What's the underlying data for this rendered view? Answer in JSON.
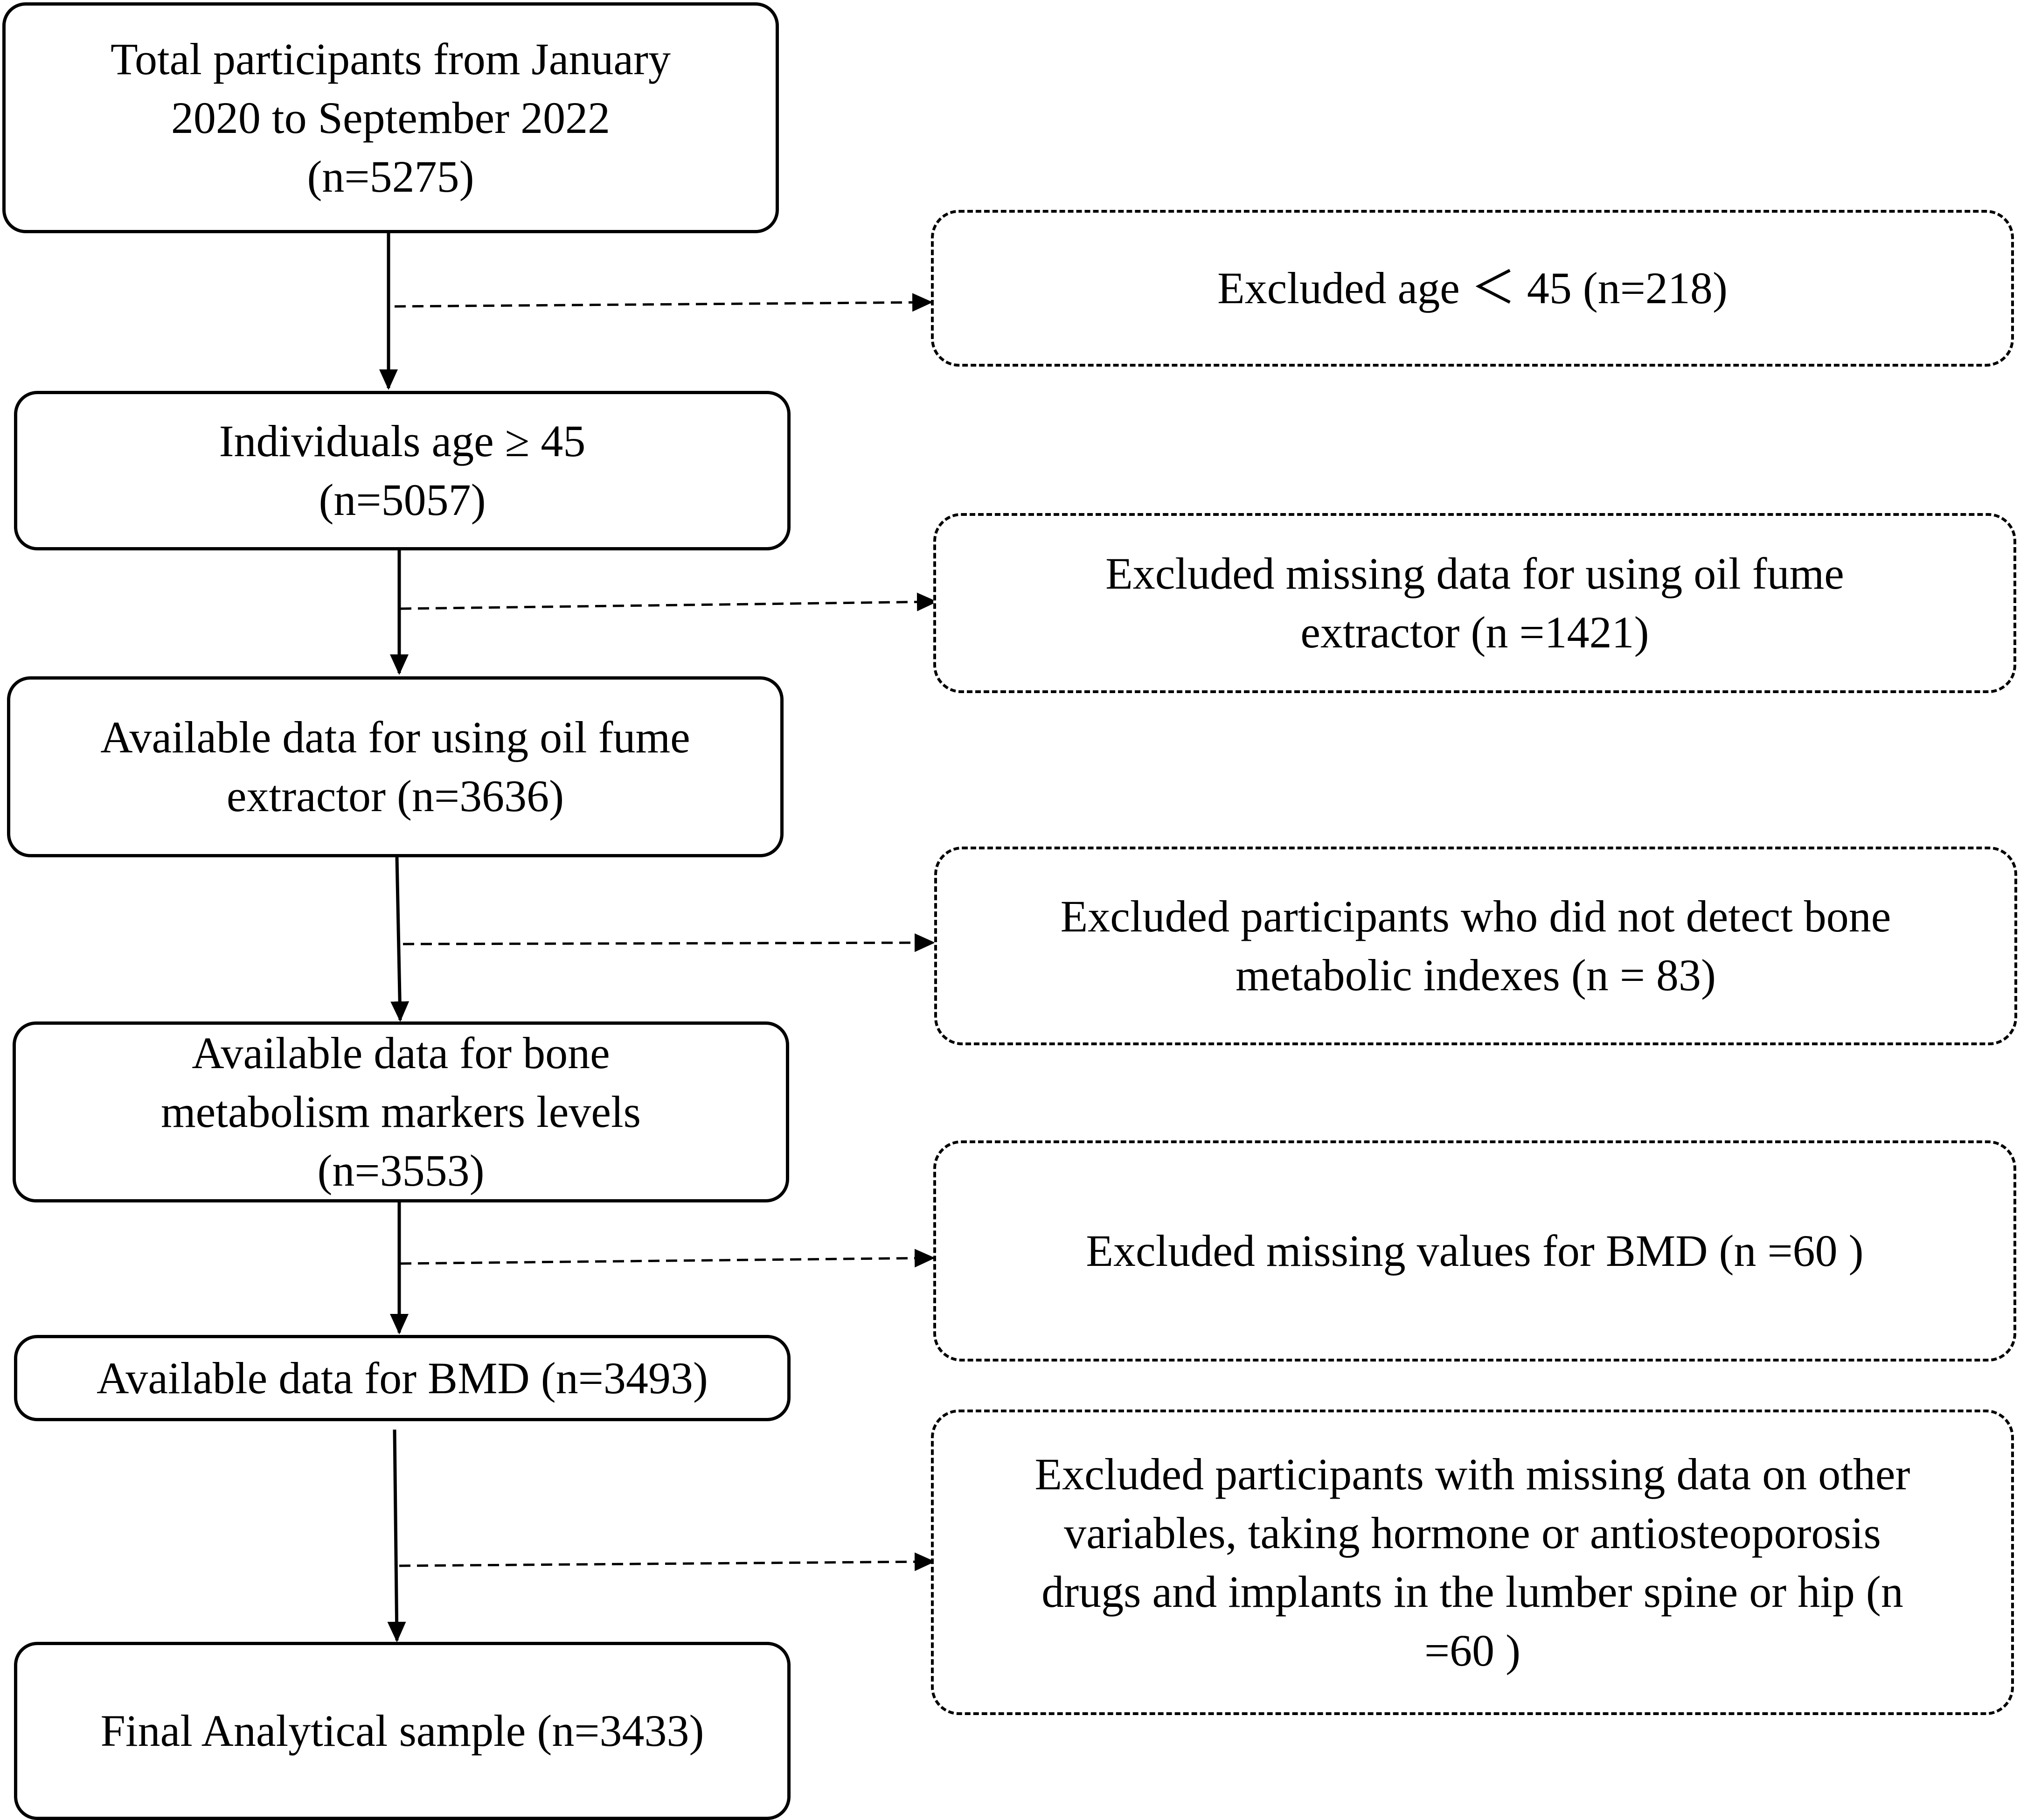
{
  "flow": {
    "steps": [
      {
        "lines": [
          "Total participants from January",
          "2020 to September 2022",
          "(n=5275)"
        ]
      },
      {
        "lines": [
          "Individuals age ≥ 45",
          "(n=5057)"
        ]
      },
      {
        "lines": [
          "Available data for using oil fume",
          "extractor (n=3636)"
        ]
      },
      {
        "lines": [
          "Available data for bone",
          "metabolism markers levels",
          "(n=3553)"
        ]
      },
      {
        "lines": [
          "Available data for BMD (n=3493)"
        ]
      },
      {
        "lines": [
          "Final Analytical sample (n=3433)"
        ]
      }
    ],
    "exclusions": [
      {
        "lines": [
          "Excluded age ＜ 45 (n=218)"
        ]
      },
      {
        "lines": [
          "Excluded missing data for using oil fume",
          "extractor (n =1421)"
        ]
      },
      {
        "lines": [
          "Excluded participants who did not detect bone",
          "metabolic indexes (n = 83)"
        ]
      },
      {
        "lines": [
          "Excluded missing values for BMD (n =60 )"
        ]
      },
      {
        "lines": [
          "Excluded participants with missing data on other",
          "variables, taking hormone or antiosteoporosis",
          "drugs and implants in the lumber spine or hip (n",
          "=60 )"
        ]
      }
    ]
  }
}
